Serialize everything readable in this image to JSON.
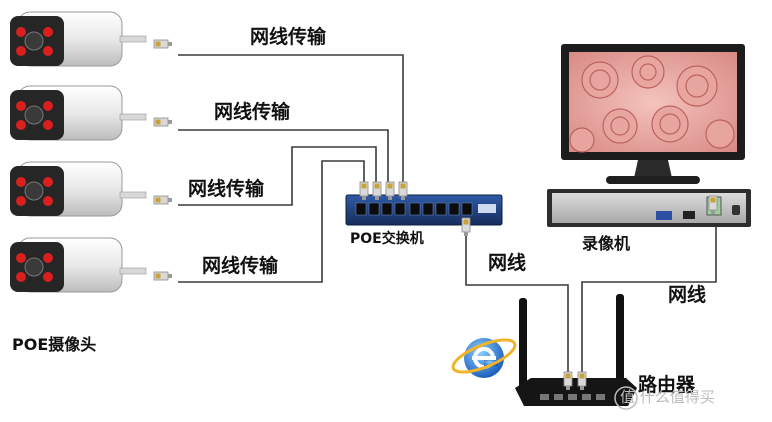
{
  "labels": {
    "cable_1": "网线传输",
    "cable_2": "网线传输",
    "cable_3": "网线传输",
    "cable_4": "网线传输",
    "switch": "POE交换机",
    "nvr": "录像机",
    "camera_group": "POE摄像头",
    "link_switch_router": "网线",
    "link_nvr_router": "网线",
    "router": "路由器"
  },
  "watermark": "值 什么值得买",
  "colors": {
    "cable": "#3a3a3a",
    "camera_body": "#f2f2f2",
    "camera_front": "#2a2a2a",
    "ir_led": "#d9201f",
    "switch_body": "#1f3f7a",
    "switch_port": "#0c0c0c",
    "monitor_bezel": "#1c1c1c",
    "flower": "#e9a6a0",
    "nvr_body": "#2d2d2d",
    "router_body": "#151515",
    "ie_blue": "#1d6fd6"
  },
  "icons": [
    "camera-icon",
    "poe-switch-icon",
    "monitor-icon",
    "nvr-icon",
    "router-icon",
    "internet-explorer-icon",
    "rj45-plug-icon"
  ]
}
